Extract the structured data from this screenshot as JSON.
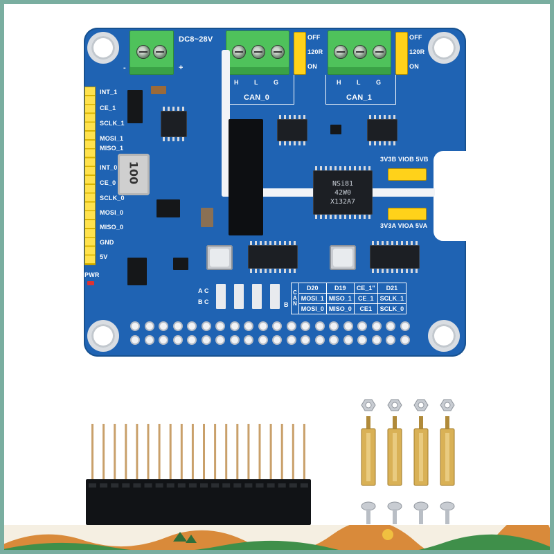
{
  "board": {
    "power_label": "DC8~28V",
    "polarity_minus": "-",
    "polarity_plus": "+",
    "can0": {
      "label": "CAN_0",
      "pins": [
        "H",
        "L",
        "G"
      ]
    },
    "can1": {
      "label": "CAN_1",
      "pins": [
        "H",
        "L",
        "G"
      ]
    },
    "jumper_labels": {
      "off": "OFF",
      "r120": "120R",
      "on": "ON"
    },
    "left_header_labels": [
      "INT_1",
      "CE_1",
      "SCLK_1",
      "MOSI_1",
      "MISO_1",
      "INT_0",
      "CE_0",
      "SCLK_0",
      "MOSI_0",
      "MISO_0",
      "GND",
      "5V"
    ],
    "pwr_label": "PWR",
    "vio_b_label": "3V3B VIOB 5VB",
    "vio_a_label": "3V3A VIOA 5VA",
    "isolator_marks": [
      "NSi81",
      "42W0",
      "X132A7"
    ],
    "inductor_mark": "100",
    "ac_label": "A",
    "bc_label": "B",
    "c_label1": "C",
    "c_label2": "C",
    "table": {
      "side_a": [
        "C",
        "A",
        "N"
      ],
      "side_b": [
        "B"
      ],
      "header": [
        "D20",
        "D19",
        "CE_1\"",
        "D21"
      ],
      "row1": [
        "MOSI_1",
        "MISO_1",
        "CE_1",
        "SCLK_1"
      ],
      "row2": [
        "MOSI_0",
        "MISO_0",
        "CE1",
        "SCLK_0"
      ]
    }
  },
  "colors": {
    "pcb": "#1f63b3",
    "terminal": "#4fc25b",
    "jumper": "#ffd21a",
    "frame": "#7aaea0"
  }
}
